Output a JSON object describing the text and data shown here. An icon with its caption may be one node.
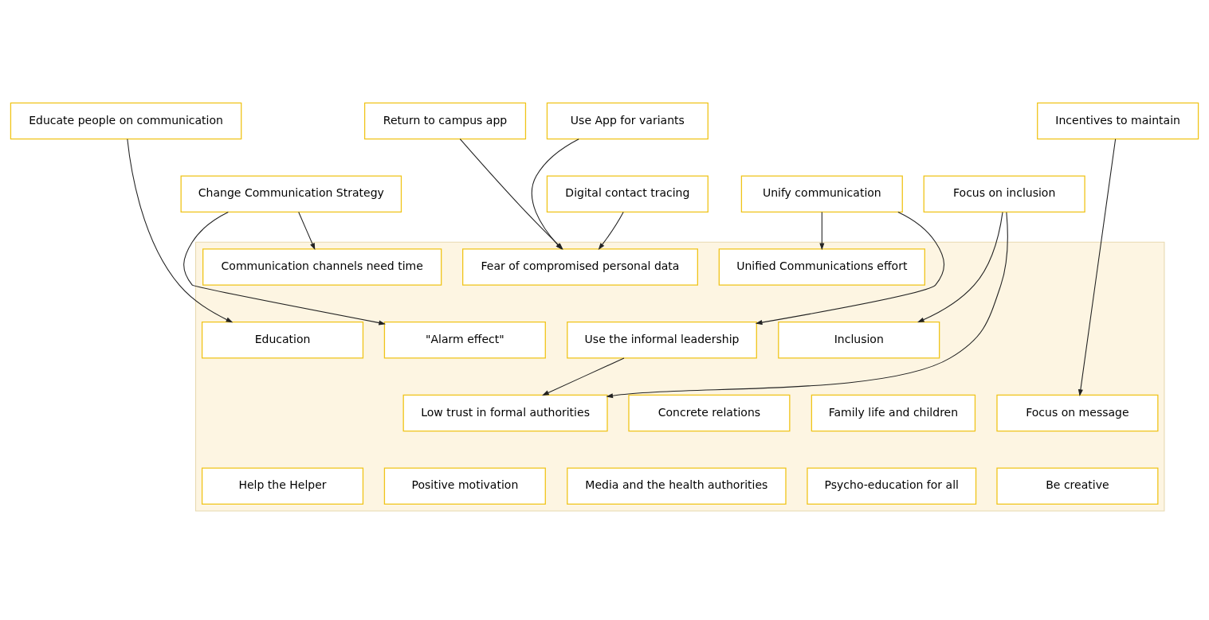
{
  "diagram": {
    "nodes": [
      {
        "text": [
          "Use App for variants"
        ]
      },
      {
        "text": [
          "Return to campus app"
        ]
      },
      {
        "text": [
          "Educate people on communication"
        ]
      },
      {
        "text": [
          "Incentives to maintain"
        ]
      },
      {
        "text": [
          "Digital contact tracing"
        ]
      },
      {
        "text": [
          "Focus on inclusion"
        ]
      },
      {
        "text": [
          "Unify communication"
        ]
      },
      {
        "text": [
          "Change Communication Strategy"
        ]
      },
      {
        "text": [],
        "shape": "band"
      },
      {
        "text": [
          "Fear of compromised personal data"
        ],
        "in": 8
      },
      {
        "text": [
          "Unified Communications effort"
        ],
        "in": 8
      },
      {
        "text": [
          "Communication channels need time"
        ],
        "in": 8
      },
      {
        "text": [
          "Inclusion"
        ],
        "in": 8
      },
      {
        "text": [
          "Use the informal leadership"
        ],
        "in": 8
      },
      {
        "text": [
          "Education"
        ],
        "in": 8
      },
      {
        "text": [
          "\"Alarm effect\""
        ],
        "in": 8
      },
      {
        "text": [
          "Low trust in formal authorities"
        ],
        "in": 8
      },
      {
        "text": [
          "Family life and children"
        ],
        "in": 8
      },
      {
        "text": [
          "Concrete relations"
        ],
        "in": 8
      },
      {
        "text": [
          "Focus on message"
        ],
        "in": 8
      },
      {
        "text": [
          "Be creative"
        ],
        "in": 8
      },
      {
        "text": [
          "Psycho-education for all"
        ],
        "in": 8
      },
      {
        "text": [
          "Media and the health authorities"
        ],
        "in": 8
      },
      {
        "text": [
          "Positive motivation"
        ],
        "in": 8
      },
      {
        "text": [
          "Help the Helper"
        ],
        "in": 8
      }
    ],
    "edges": [
      {
        "from": 0,
        "to": 9,
        "arrow": "to"
      },
      {
        "from": 1,
        "to": 9,
        "arrow": "to"
      },
      {
        "from": 4,
        "to": 9,
        "arrow": "to"
      },
      {
        "from": 5,
        "to": 12,
        "arrow": "to"
      },
      {
        "from": 5,
        "to": 16,
        "arrow": "to"
      },
      {
        "from": 6,
        "to": 13,
        "arrow": "to"
      },
      {
        "from": 6,
        "to": 10,
        "arrow": "to"
      },
      {
        "from": 2,
        "to": 14,
        "arrow": "to"
      },
      {
        "from": 7,
        "to": 11,
        "arrow": "to"
      },
      {
        "from": 7,
        "to": 15,
        "arrow": "to"
      },
      {
        "from": 3,
        "to": 19,
        "arrow": "to"
      },
      {
        "from": 13,
        "to": 16,
        "arrow": "to"
      }
    ]
  }
}
